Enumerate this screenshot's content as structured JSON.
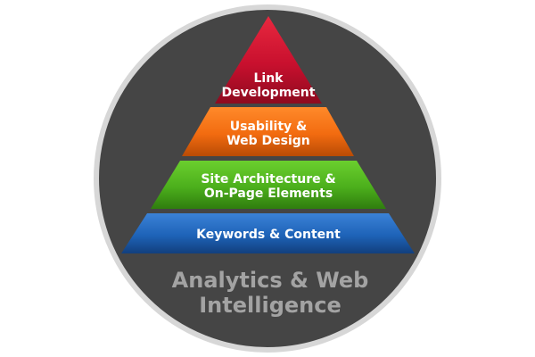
{
  "pyramid": {
    "levels": [
      {
        "lines": [
          "Link",
          "Development"
        ],
        "color": "#c8102e"
      },
      {
        "lines": [
          "Usability &",
          "Web Design"
        ],
        "color": "#f26b10"
      },
      {
        "lines": [
          "Site Architecture &",
          "On-Page Elements"
        ],
        "color": "#4caf1c"
      },
      {
        "lines": [
          "Keywords & Content"
        ],
        "color": "#1e63b8"
      }
    ]
  },
  "foundation": {
    "lines": [
      "Analytics & Web",
      "Intelligence"
    ]
  },
  "colors": {
    "circle_fill": "#454545",
    "circle_ring": "#d7d7d7",
    "foundation_text": "#a3a3a3"
  }
}
